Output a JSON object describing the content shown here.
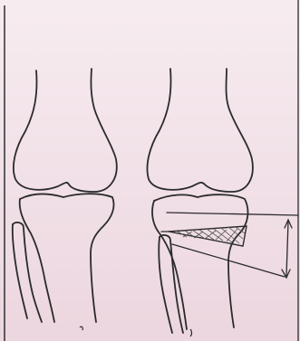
{
  "figure": {
    "background_color": "#f1e2e8",
    "line_color": "#2b2b2b",
    "hatch_color": "#555555",
    "panels": [
      {
        "id": "normal",
        "description_key": "left-knee"
      },
      {
        "id": "osteotomy",
        "description_key": "right-knee"
      }
    ],
    "marks": [
      {
        "id": "bottom-left-mark",
        "kind": "small-tick"
      },
      {
        "id": "bottom-right-mark",
        "kind": "small-tick"
      }
    ]
  }
}
